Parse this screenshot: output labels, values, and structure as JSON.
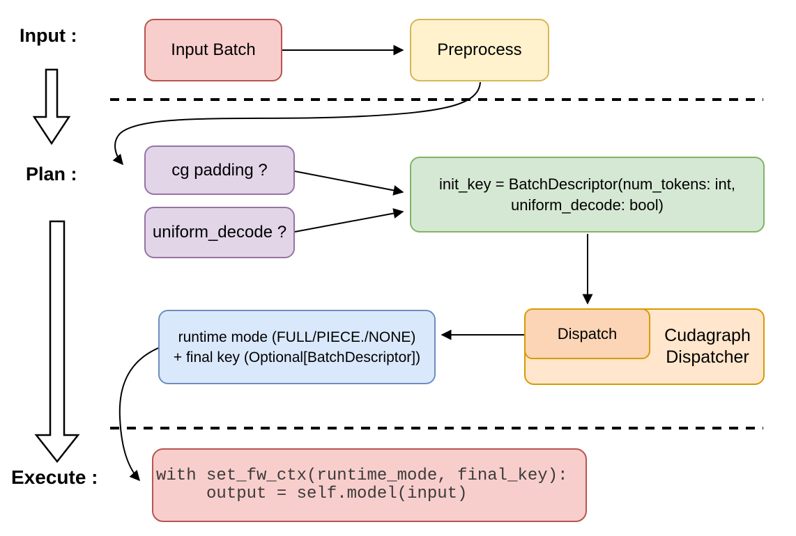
{
  "stages": {
    "input": "Input :",
    "plan": "Plan :",
    "execute": "Execute :"
  },
  "nodes": {
    "input_batch": "Input Batch",
    "preprocess": "Preprocess",
    "cg_padding": "cg padding ?",
    "uniform_decode": "uniform_decode ?",
    "init_key_line1": "init_key = BatchDescriptor(num_tokens: int,",
    "init_key_line2": "uniform_decode: bool)",
    "dispatch": "Dispatch",
    "dispatcher_line1": "Cudagraph",
    "dispatcher_line2": "Dispatcher",
    "runtime_line1": "runtime mode (FULL/PIECE./NONE)",
    "runtime_line2": "+ final key (Optional[BatchDescriptor])",
    "code_line1": "with set_fw_ctx(runtime_mode, final_key):",
    "code_line2": "     output = self.model(input)"
  },
  "colors": {
    "line": "#000000",
    "text": "#000000",
    "code_text": "#3b3b3b",
    "red_fill": "#f8cecc",
    "red_stroke": "#b85450",
    "yellow_fill": "#fff2cc",
    "yellow_stroke": "#d6b656",
    "purple_fill": "#e1d5e7",
    "purple_stroke": "#9673a6",
    "green_fill": "#d5e8d4",
    "green_stroke": "#82b366",
    "blue_fill": "#dae8fc",
    "blue_stroke": "#6c8ebf",
    "orange_fill": "#ffe6cc",
    "orange_inner_fill": "#fbd5b5",
    "orange_stroke": "#d79b00"
  }
}
